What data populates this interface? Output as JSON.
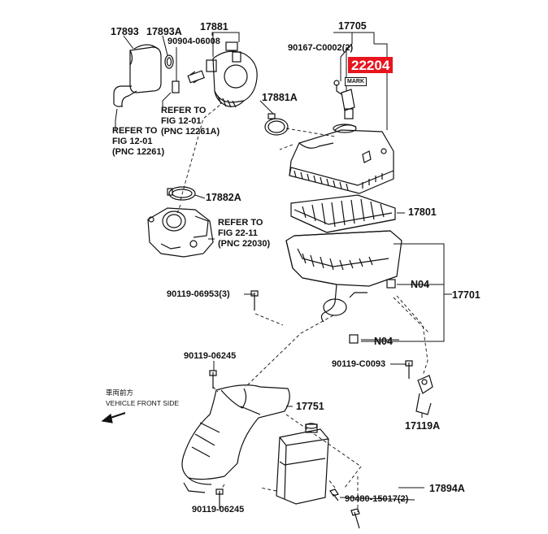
{
  "highlight": {
    "part": "22204",
    "color": "#e8141e"
  },
  "mark_tag": "MARK",
  "labels": {
    "p17893": "17893",
    "p17893A": "17893A",
    "p17881": "17881",
    "p90904": "90904-06008",
    "p17705": "17705",
    "p90167": "90167-C0002(2)",
    "p17881A": "17881A",
    "p17882A": "17882A",
    "p17801": "17801",
    "p90119_06953": "90119-06953(3)",
    "pN04a": "N04",
    "pN04b": "N04",
    "p17701": "17701",
    "p90119_C0093": "90119-C0093",
    "p90119_06245a": "90119-06245",
    "p17751": "17751",
    "p17119A": "17119A",
    "p17894A": "17894A",
    "p90480": "90480-15017(2)",
    "p90119_06245b": "90119-06245"
  },
  "refer": {
    "fig1201_left": "REFER TO\nFIG 12-01\n(PNC 12261)",
    "fig1201_right": "REFER TO\nFIG 12-01\n(PNC 12261A)",
    "fig2211": "REFER TO\nFIG 22-11\n(PNC 22030)"
  },
  "vehicle_front": {
    "jp": "車両前方",
    "en": "VEHICLE FRONT SIDE"
  }
}
